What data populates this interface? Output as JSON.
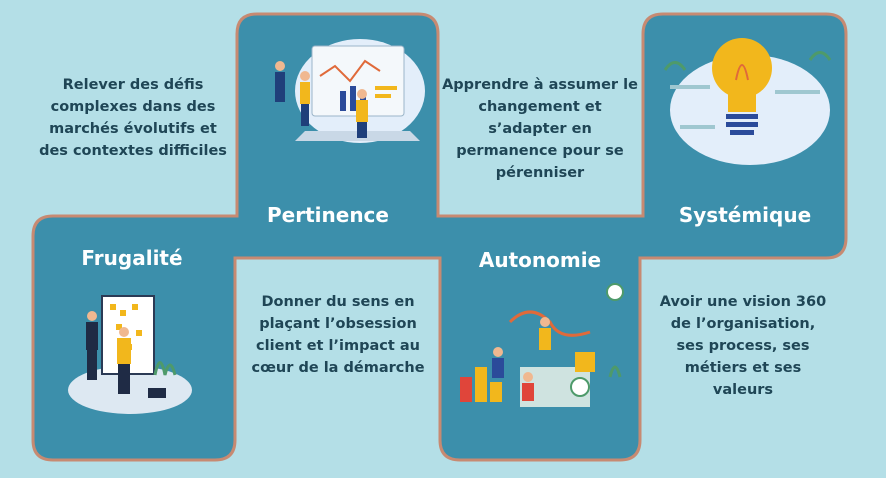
{
  "colors": {
    "background": "#b4dfe7",
    "panel": "#3c8fab",
    "border": "#c78a72",
    "text": "#1f4656",
    "accent": "#f2b71c"
  },
  "pillars": [
    {
      "title": "Pertinence",
      "description": "Relever des défis complexes dans des marchés évolutifs et des contextes difficiles",
      "icon": "data-dashboard-illustration"
    },
    {
      "title": "Systémique",
      "description": "Apprendre à assumer le changement et s’adapter en permanence pour se pérenniser",
      "icon": "lightbulb-illustration"
    },
    {
      "title": "Frugalité",
      "description": "Donner du sens  en plaçant l’obsession client et l’impact au cœur de la démarche",
      "icon": "board-presentation-illustration"
    },
    {
      "title": "Autonomie",
      "description": "Avoir une vision 360 de l’organisation, ses process, ses métiers et ses valeurs",
      "icon": "team-building-illustration"
    }
  ]
}
